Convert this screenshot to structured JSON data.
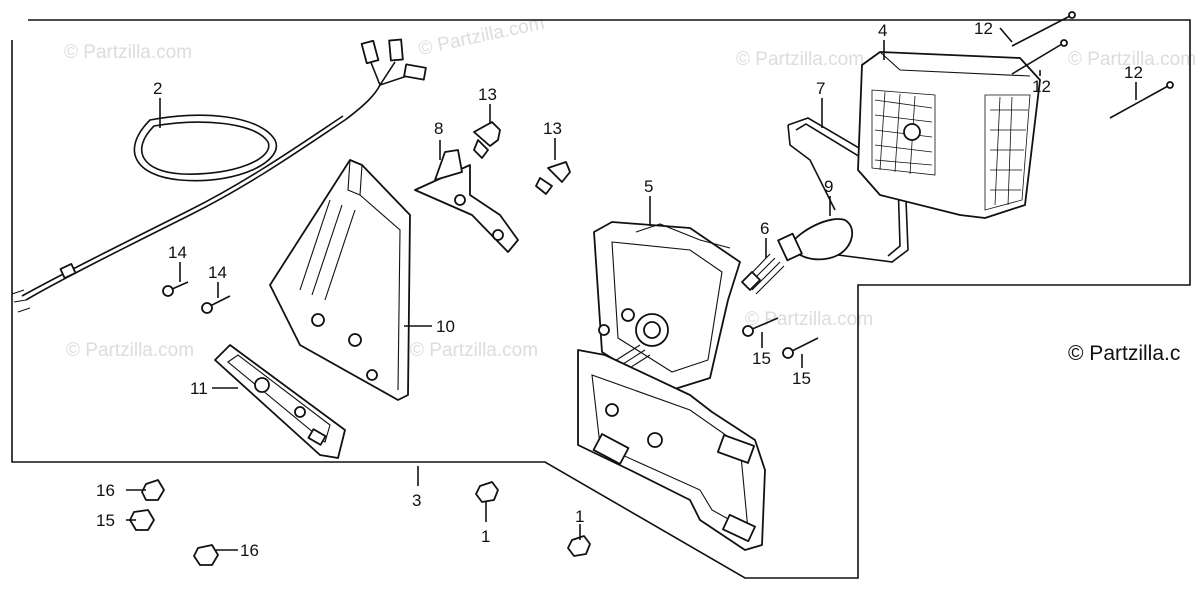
{
  "watermark": "© Partzilla.com",
  "copyright": "© Partzilla.c",
  "callouts": {
    "c1a": "1",
    "c1b": "1",
    "c2": "2",
    "c3": "3",
    "c4": "4",
    "c5": "5",
    "c6": "6",
    "c7": "7",
    "c8": "8",
    "c9": "9",
    "c10": "10",
    "c11": "11",
    "c12a": "12",
    "c12b": "12",
    "c12c": "12",
    "c13a": "13",
    "c13b": "13",
    "c14a": "14",
    "c14b": "14",
    "c15a": "15",
    "c15b": "15",
    "c15c": "15",
    "c16a": "16",
    "c16b": "16"
  }
}
